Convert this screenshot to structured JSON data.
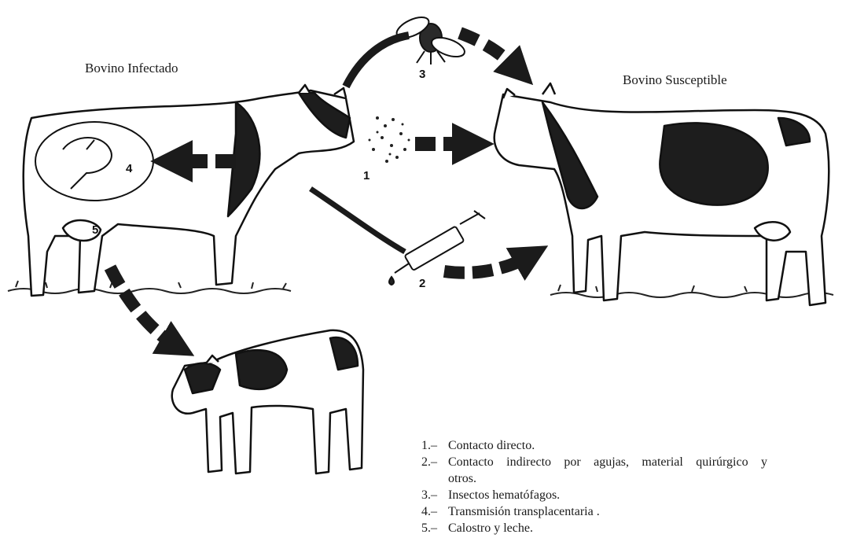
{
  "labels": {
    "infected": "Bovino Infectado",
    "susceptible": "Bovino Susceptible"
  },
  "markers": [
    "1",
    "2",
    "3",
    "4",
    "5"
  ],
  "legend": [
    {
      "mark": "1.–",
      "text": "Contacto directo."
    },
    {
      "mark": "2.–",
      "text": "Contacto indirecto por agujas, material quirúrgico y otros."
    },
    {
      "mark": "3.–",
      "text": "Insectos hematófagos."
    },
    {
      "mark": "4.–",
      "text": "Transmisión transplacentaria ."
    },
    {
      "mark": "5.–",
      "text": "Calostro y leche."
    }
  ]
}
